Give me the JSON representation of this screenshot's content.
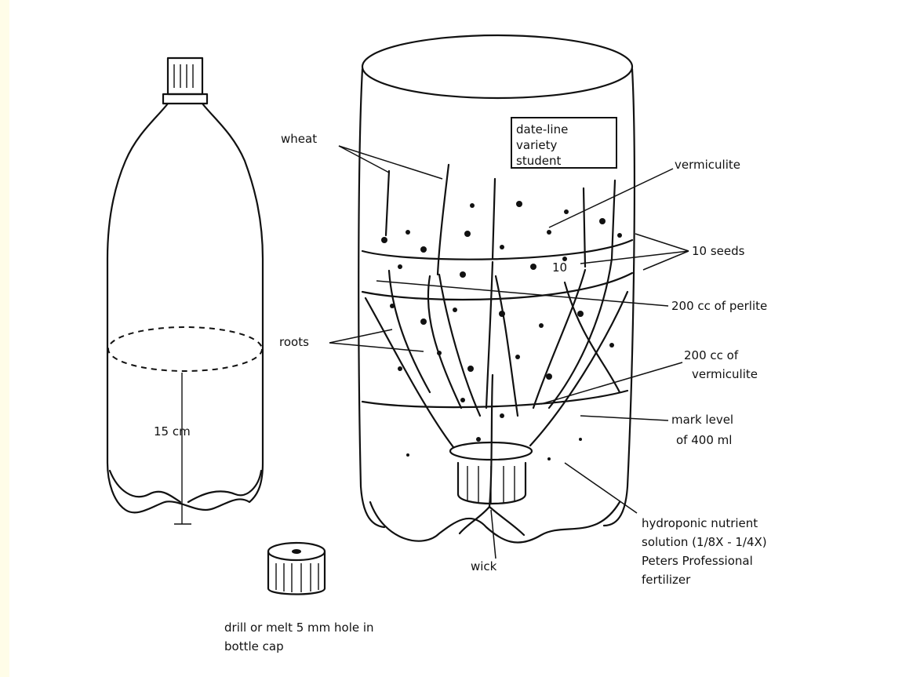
{
  "diagram": {
    "labels": {
      "wheat": "wheat",
      "vermiculite": "vermiculite",
      "seeds": "10 seeds",
      "perlite": "200 cc of perlite",
      "vermiculite_200_line1": "200 cc of",
      "vermiculite_200_line2": "vermiculite",
      "roots": "roots",
      "mark_level_line1": "mark level",
      "mark_level_line2": "of 400 ml",
      "height": "15 cm",
      "nutrient_line1": "hydroponic nutrient",
      "nutrient_line2": "solution (1/8X - 1/4X)",
      "nutrient_line3": "Peters Professional",
      "nutrient_line4": "fertilizer",
      "wick": "wick",
      "cap_line1": "drill or melt 5 mm hole in",
      "cap_line2": "bottle cap",
      "tag_line1": "date-line",
      "tag_line2": "variety",
      "tag_line3": "student",
      "seed_count_label": "10"
    }
  }
}
